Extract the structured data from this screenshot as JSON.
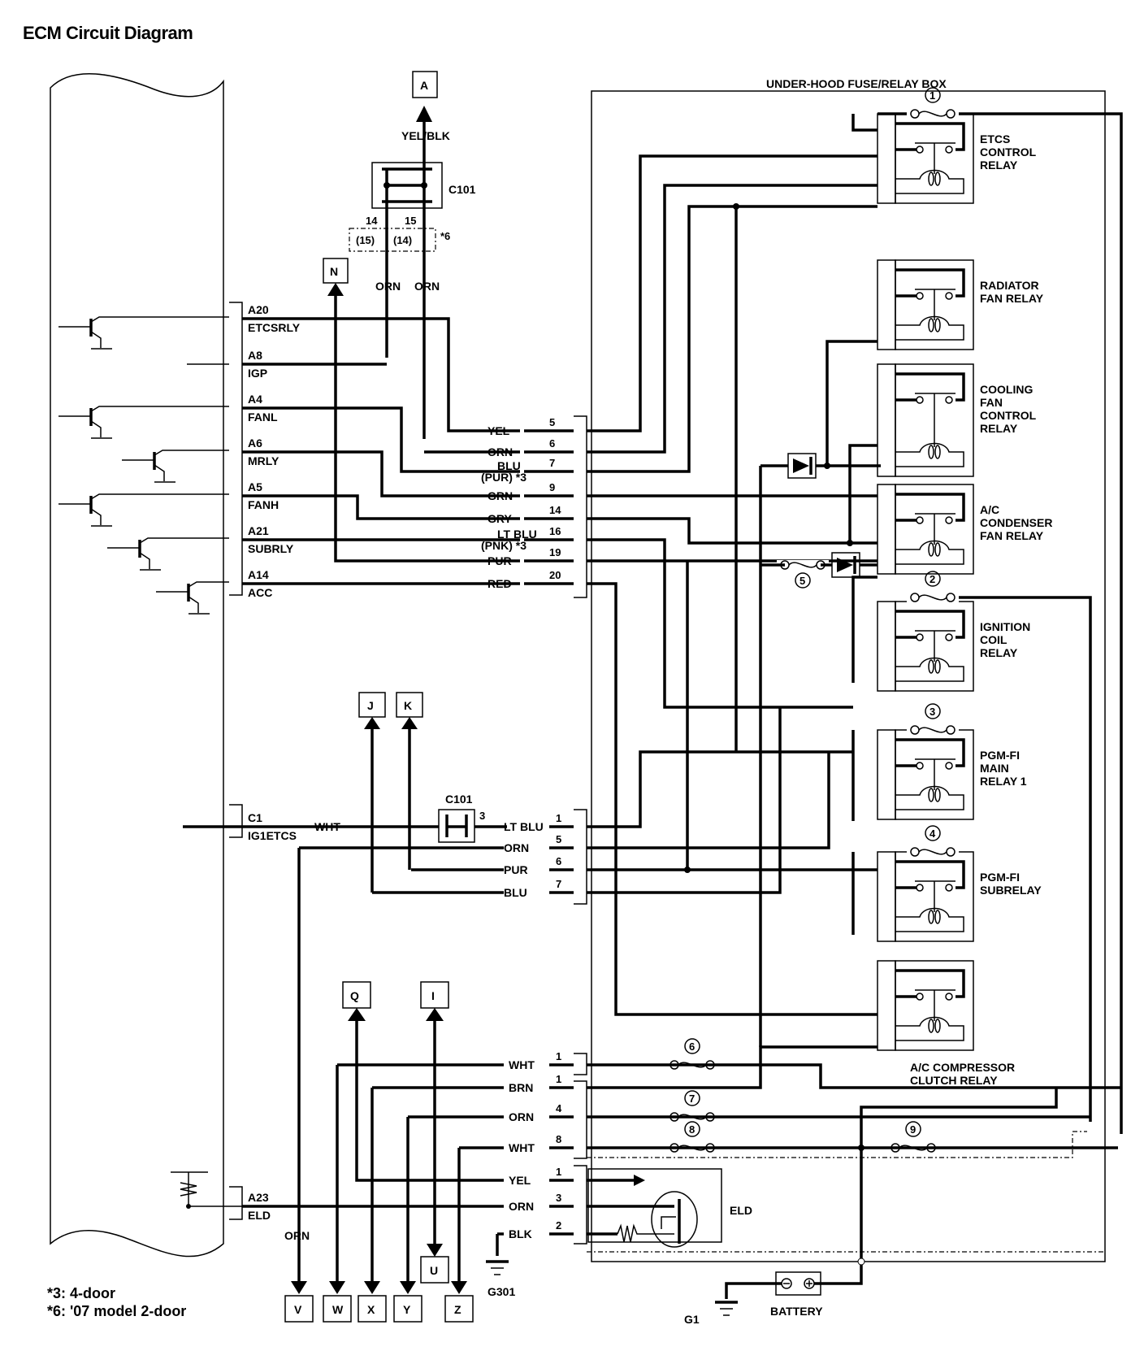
{
  "title": "ECM Circuit Diagram",
  "fuse_box_label": "UNDER-HOOD FUSE/RELAY BOX",
  "ecm_pins": [
    {
      "pin": "A20",
      "name": "ETCSRLY"
    },
    {
      "pin": "A8",
      "name": "IGP"
    },
    {
      "pin": "A4",
      "name": "FANL"
    },
    {
      "pin": "A6",
      "name": "MRLY"
    },
    {
      "pin": "A5",
      "name": "FANH"
    },
    {
      "pin": "A21",
      "name": "SUBRLY"
    },
    {
      "pin": "A14",
      "name": "ACC"
    },
    {
      "pin": "C1",
      "name": "IG1ETCS"
    },
    {
      "pin": "A23",
      "name": "ELD"
    }
  ],
  "top_connector": {
    "name": "C101",
    "wire_up": "YEL/BLK",
    "pins": [
      "14",
      "15"
    ],
    "alt_pins": [
      "(15)",
      "(14)"
    ],
    "alt_note": "*6",
    "wires": [
      "ORN",
      "ORN"
    ],
    "terminal": "A"
  },
  "connector_group_1": [
    {
      "wire": "YEL",
      "pin": "5"
    },
    {
      "wire": "ORN",
      "pin": "6"
    },
    {
      "wire": "BLU",
      "alt": "(PUR) *3",
      "pin": "7"
    },
    {
      "wire": "GRN",
      "pin": "9"
    },
    {
      "wire": "GRY",
      "pin": "14"
    },
    {
      "wire": "LT BLU",
      "alt": "(PNK) *3",
      "pin": "16"
    },
    {
      "wire": "PUR",
      "pin": "19"
    },
    {
      "wire": "RED",
      "pin": "20"
    }
  ],
  "mid_connector": {
    "name": "C101",
    "pin": "3",
    "wire_in": "WHT"
  },
  "connector_group_2": [
    {
      "wire": "LT BLU",
      "pin": "1"
    },
    {
      "wire": "ORN",
      "pin": "5"
    },
    {
      "wire": "PUR",
      "pin": "6"
    },
    {
      "wire": "BLU",
      "pin": "7"
    }
  ],
  "connector_group_3": [
    {
      "wire": "WHT",
      "pin": "1"
    },
    {
      "wire": "BRN",
      "pin": "1"
    },
    {
      "wire": "ORN",
      "pin": "4"
    },
    {
      "wire": "WHT",
      "pin": "8"
    },
    {
      "wire": "YEL",
      "pin": "1"
    },
    {
      "wire": "ORN",
      "pin": "3"
    },
    {
      "wire": "BLK",
      "pin": "2"
    }
  ],
  "relays": [
    {
      "name": "ETCS CONTROL RELAY",
      "lines": [
        "ETCS",
        "CONTROL",
        "RELAY"
      ]
    },
    {
      "name": "RADIATOR FAN RELAY",
      "lines": [
        "RADIATOR",
        "FAN RELAY"
      ]
    },
    {
      "name": "COOLING FAN CONTROL RELAY",
      "lines": [
        "COOLING",
        "FAN",
        "CONTROL",
        "RELAY"
      ]
    },
    {
      "name": "A/C CONDENSER FAN RELAY",
      "lines": [
        "A/C",
        "CONDENSER",
        "FAN RELAY"
      ]
    },
    {
      "name": "IGNITION COIL RELAY",
      "lines": [
        "IGNITION",
        "COIL",
        "RELAY"
      ]
    },
    {
      "name": "PGM-FI MAIN RELAY 1",
      "lines": [
        "PGM-FI",
        "MAIN",
        "RELAY 1"
      ]
    },
    {
      "name": "PGM-FI SUBRELAY",
      "lines": [
        "PGM-FI",
        "SUBRELAY"
      ]
    },
    {
      "name": "A/C COMPRESSOR CLUTCH RELAY",
      "lines": [
        "A/C COMPRESSOR",
        "CLUTCH RELAY"
      ]
    }
  ],
  "fuses": [
    "1",
    "2",
    "3",
    "4",
    "5",
    "6",
    "7",
    "8",
    "9"
  ],
  "terminals_top": [
    "N",
    "J",
    "K",
    "Q",
    "I"
  ],
  "terminals_bottom": [
    "V",
    "W",
    "X",
    "Y",
    "Z",
    "U"
  ],
  "eld_label": "ELD",
  "orn_label": "ORN",
  "ground_labels": [
    "G301",
    "G1"
  ],
  "battery_label": "BATTERY",
  "notes": [
    "*3: 4-door",
    "*6: '07 model 2-door"
  ]
}
